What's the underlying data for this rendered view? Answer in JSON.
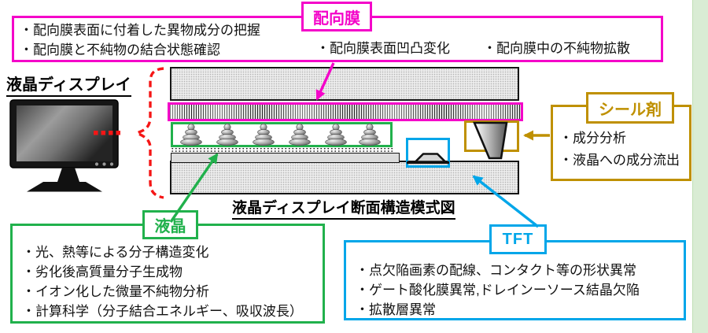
{
  "alignment_film_callout": {
    "title": "配向膜",
    "bullets_left": [
      "・配向膜表面に付着した異物成分の把握",
      "・配向膜と不純物の結合状態確認"
    ],
    "bullet_center": "・配向膜表面凹凸変化",
    "bullet_right": "・配向膜中の不純物拡散",
    "accent_color": "#f404c9"
  },
  "display": {
    "label": "液晶ディスプレイ"
  },
  "cross_section": {
    "caption": "液晶ディスプレイ断面構造模式図"
  },
  "sealant_callout": {
    "title": "シール剤",
    "bullets": [
      "・成分分析",
      "・液晶への成分流出"
    ],
    "accent_color": "#bf9000"
  },
  "liquid_crystal_callout": {
    "title": "液晶",
    "bullets": [
      "・光、熱等による分子構造変化",
      "・劣化後高質量分子生成物",
      "・イオン化した微量不純物分析",
      "・計算科学（分子結合エネルギー、吸収波長）"
    ],
    "accent_color": "#21b14c"
  },
  "tft_callout": {
    "title": "TFT",
    "bullets": [
      "・点欠陥画素の配線、コンタクト等の形状異常",
      "・ゲート酸化膜異常,ドレインーソース結晶欠陥",
      "・拡散層異常"
    ],
    "accent_color": "#00a6e9"
  }
}
